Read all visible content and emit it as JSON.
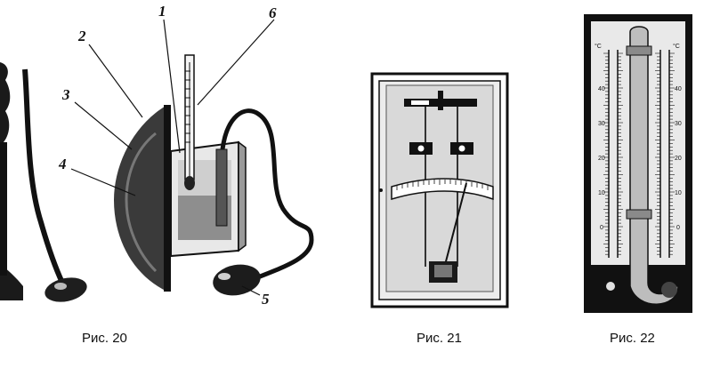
{
  "figures": [
    {
      "caption": "Рис. 20",
      "callouts": [
        "1",
        "2",
        "3",
        "4",
        "5",
        "6"
      ]
    },
    {
      "caption": "Рис. 21"
    },
    {
      "caption": "Рис. 22",
      "unit_left": "°C",
      "unit_right": "°C",
      "scale_labels": [
        "40",
        "30",
        "20",
        "10",
        "0"
      ]
    }
  ]
}
